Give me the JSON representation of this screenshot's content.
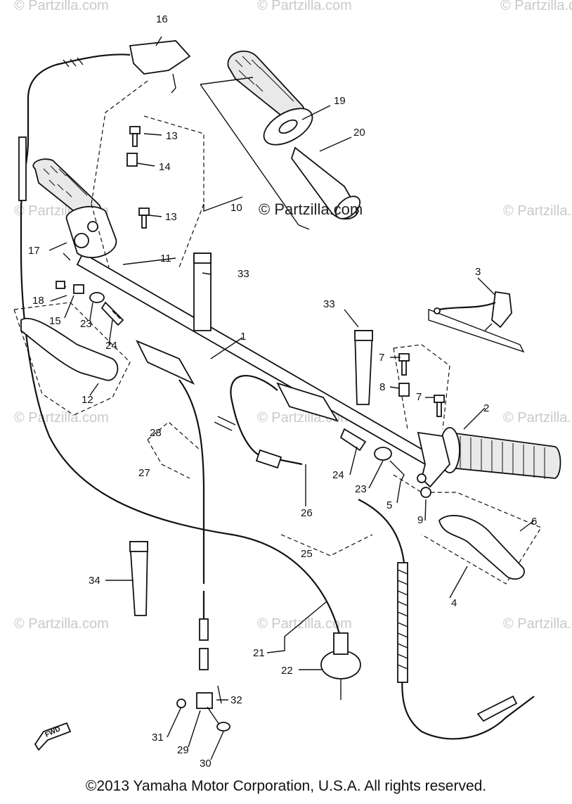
{
  "watermarks": {
    "faint": "© Partzilla.com",
    "main": "© Partzilla.com"
  },
  "callouts": {
    "c1": "1",
    "c2": "2",
    "c3": "3",
    "c4": "4",
    "c5": "5",
    "c6": "6",
    "c7a": "7",
    "c7b": "7",
    "c8": "8",
    "c9": "9",
    "c10": "10",
    "c11": "11",
    "c12": "12",
    "c13a": "13",
    "c13b": "13",
    "c14": "14",
    "c15": "15",
    "c16": "16",
    "c17": "17",
    "c18": "18",
    "c19": "19",
    "c20": "20",
    "c21": "21",
    "c22": "22",
    "c23a": "23",
    "c23b": "23",
    "c24a": "24",
    "c24b": "24",
    "c25": "25",
    "c26": "26",
    "c27": "27",
    "c28": "28",
    "c29": "29",
    "c30": "30",
    "c31": "31",
    "c32": "32",
    "c33a": "33",
    "c33b": "33",
    "c34": "34"
  },
  "fwd_label": "FWD",
  "copyright": "©2013  Yamaha Motor Corporation, U.S.A. All rights reserved."
}
